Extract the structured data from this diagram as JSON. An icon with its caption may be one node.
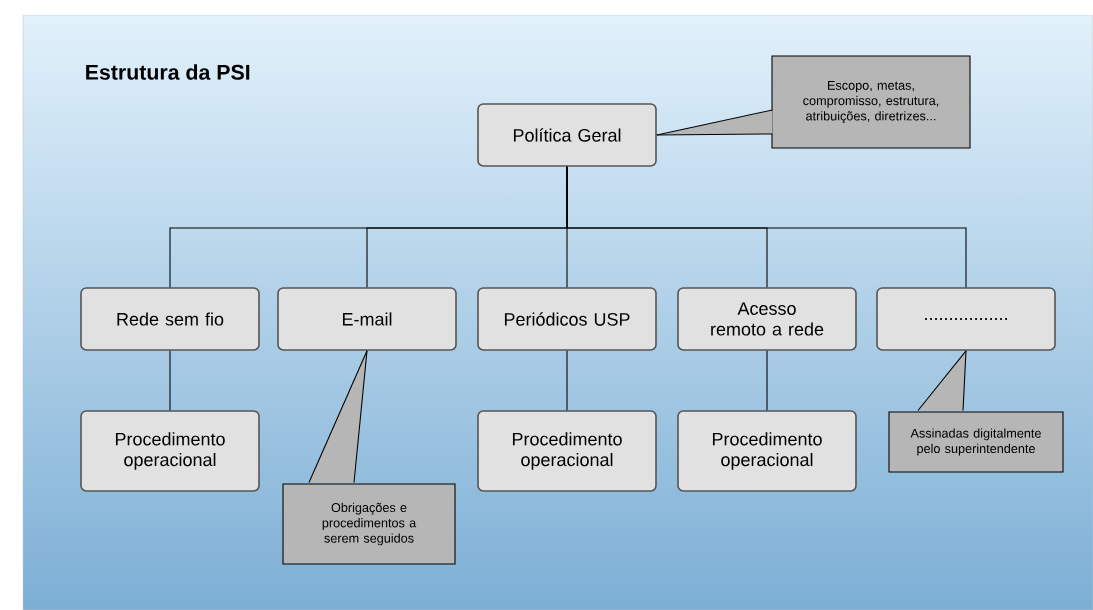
{
  "diagram": {
    "title": "Estrutura da PSI",
    "nodes": [
      {
        "text": [
          "Política Geral"
        ]
      },
      {
        "text": [
          "Escopo, metas, compromisso, estrutura, atribuições, diretrizes..."
        ]
      },
      {
        "text": [
          "Rede sem fio"
        ]
      },
      {
        "text": [
          "E-mail"
        ]
      },
      {
        "text": [
          "Periódicos USP"
        ]
      },
      {
        "text": [
          "Acesso remoto a rede"
        ]
      },
      {
        "text": [
          "................."
        ]
      },
      {
        "text": [
          "Procedimento operacional"
        ]
      },
      {
        "text": [
          "Obrigações e procedimentos a serem seguidos"
        ]
      },
      {
        "text": [
          "Procedimento operacional"
        ]
      },
      {
        "text": [
          "Procedimento operacional"
        ]
      },
      {
        "text": [
          "Assinadas digitalmente pelo superintendente"
        ]
      }
    ],
    "edges": [
      {
        "from": 0,
        "to": 2,
        "arrow": "none"
      },
      {
        "from": 0,
        "to": 3,
        "arrow": "none"
      },
      {
        "from": 0,
        "to": 4,
        "arrow": "none"
      },
      {
        "from": 0,
        "to": 5,
        "arrow": "none"
      },
      {
        "from": 0,
        "to": 6,
        "arrow": "none"
      },
      {
        "from": 2,
        "to": 7,
        "arrow": "none"
      },
      {
        "from": 4,
        "to": 9,
        "arrow": "none"
      },
      {
        "from": 5,
        "to": 10,
        "arrow": "none"
      },
      {
        "from": 1,
        "to": 0,
        "arrow": "none"
      },
      {
        "from": 8,
        "to": 3,
        "arrow": "none"
      },
      {
        "from": 11,
        "to": 6,
        "arrow": "none"
      }
    ]
  }
}
